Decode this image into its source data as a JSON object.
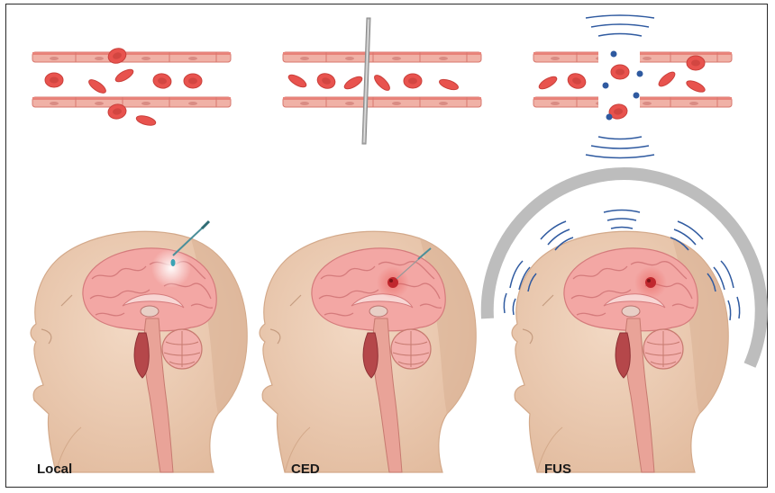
{
  "panels": [
    {
      "label": "Local"
    },
    {
      "label": "CED"
    },
    {
      "label": "FUS"
    }
  ],
  "colors": {
    "skin": "#eecfb8",
    "skin_shadow": "#dcb395",
    "brain": "#f3a7a4",
    "brain_dark": "#e07f80",
    "vessel_wall": "#e8837a",
    "vessel_cell": "#f0b1a6",
    "rbc": "#e8534e",
    "dot": "#2f5aa0",
    "wave": "#2f5aa0",
    "transducer": "#bdbdbd",
    "needle": "#9a9a9a",
    "tumor": "#c0282e"
  },
  "icons": [
    "needle-icon",
    "ultrasound-wave-icon",
    "microbubble-icon",
    "tumor-icon"
  ]
}
